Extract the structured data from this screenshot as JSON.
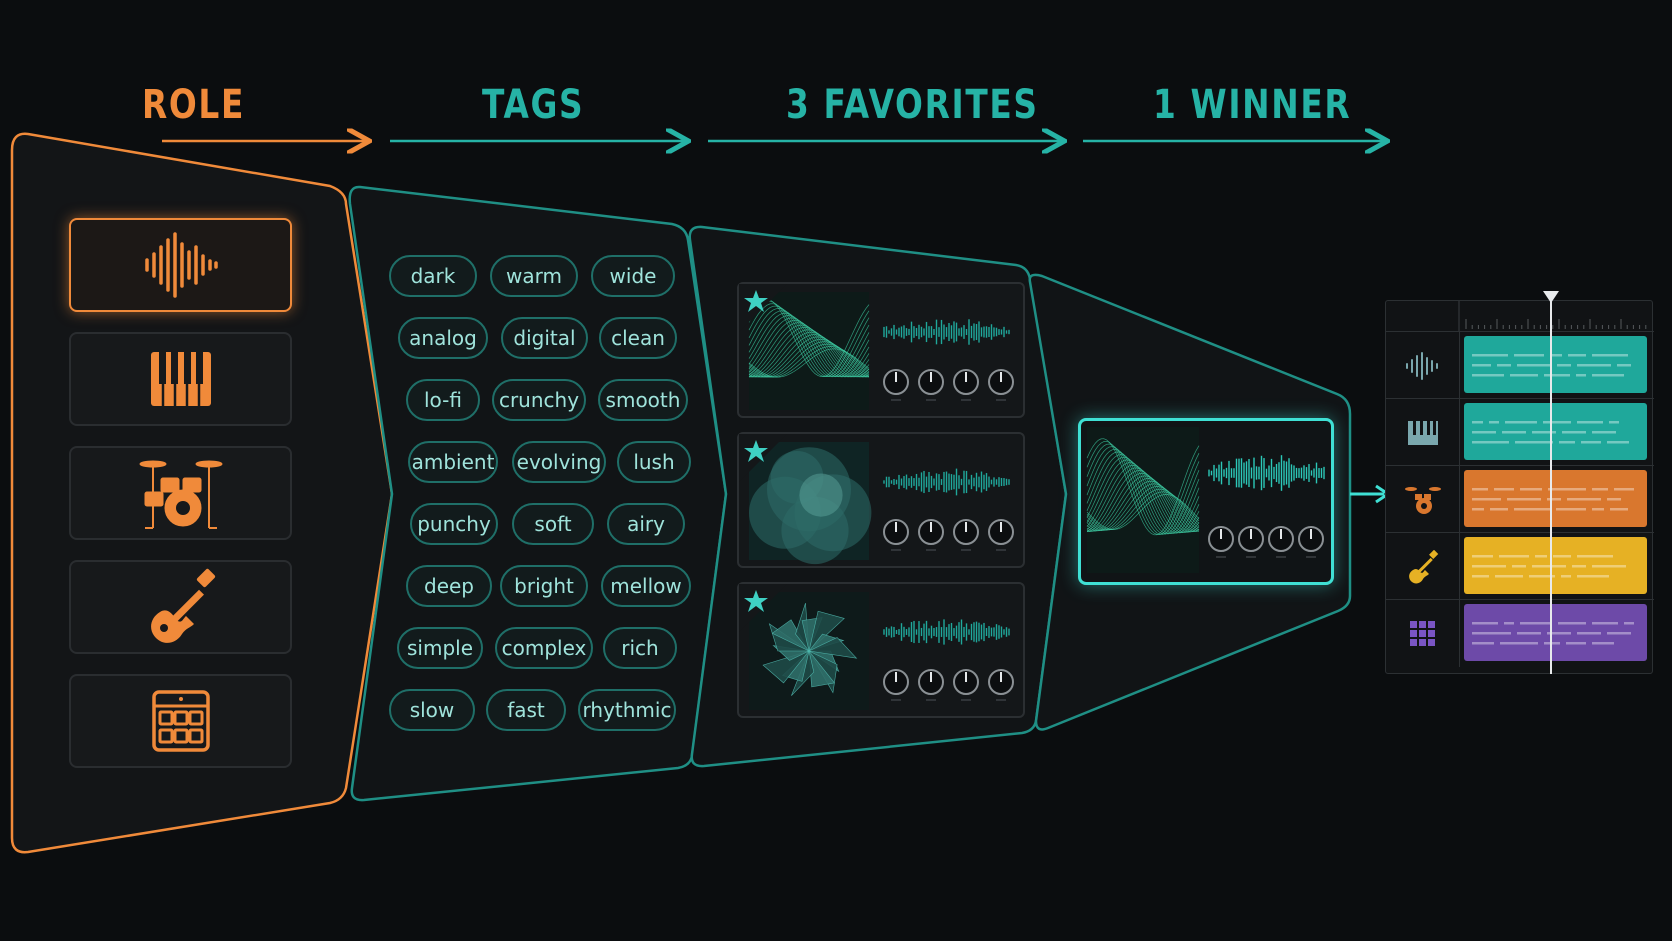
{
  "stages": {
    "role": "ROLE",
    "tags": "TAGS",
    "favorites": "3 FAVORITES",
    "winner": "1 WINNER"
  },
  "roles": [
    {
      "icon": "waveform-icon",
      "active": true
    },
    {
      "icon": "piano-keys-icon",
      "active": false
    },
    {
      "icon": "drum-kit-icon",
      "active": false
    },
    {
      "icon": "guitar-icon",
      "active": false
    },
    {
      "icon": "drum-pad-icon",
      "active": false
    }
  ],
  "tags": [
    [
      "dark",
      "warm",
      "wide"
    ],
    [
      "analog",
      "digital",
      "clean"
    ],
    [
      "lo-fi",
      "crunchy",
      "smooth"
    ],
    [
      "ambient",
      "evolving",
      "lush"
    ],
    [
      "punchy",
      "soft",
      "airy"
    ],
    [
      "deep",
      "bright",
      "mellow"
    ],
    [
      "simple",
      "complex",
      "rich"
    ],
    [
      "slow",
      "fast",
      "rhythmic"
    ]
  ],
  "favorites": [
    {
      "icon": "star-icon",
      "thumbnail": "wave-mesh",
      "knobs": 4
    },
    {
      "icon": "star-icon",
      "thumbnail": "cloud",
      "knobs": 4
    },
    {
      "icon": "star-icon",
      "thumbnail": "crystal",
      "knobs": 4
    }
  ],
  "winner": {
    "thumbnail": "wave-mesh",
    "knobs": 4
  },
  "daw_tracks": [
    {
      "icon": "waveform-icon",
      "color": "#1fa89b"
    },
    {
      "icon": "piano-keys-icon",
      "color": "#1fa89b"
    },
    {
      "icon": "drum-kit-icon",
      "color": "#d9772e"
    },
    {
      "icon": "guitar-icon",
      "color": "#e6b124"
    },
    {
      "icon": "drum-pad-icon",
      "color": "#6d4aa8"
    }
  ],
  "colors": {
    "orange": "#f08a3a",
    "teal": "#26b3a6",
    "teal_bright": "#3fe0d4",
    "background": "#0b0d0f"
  }
}
